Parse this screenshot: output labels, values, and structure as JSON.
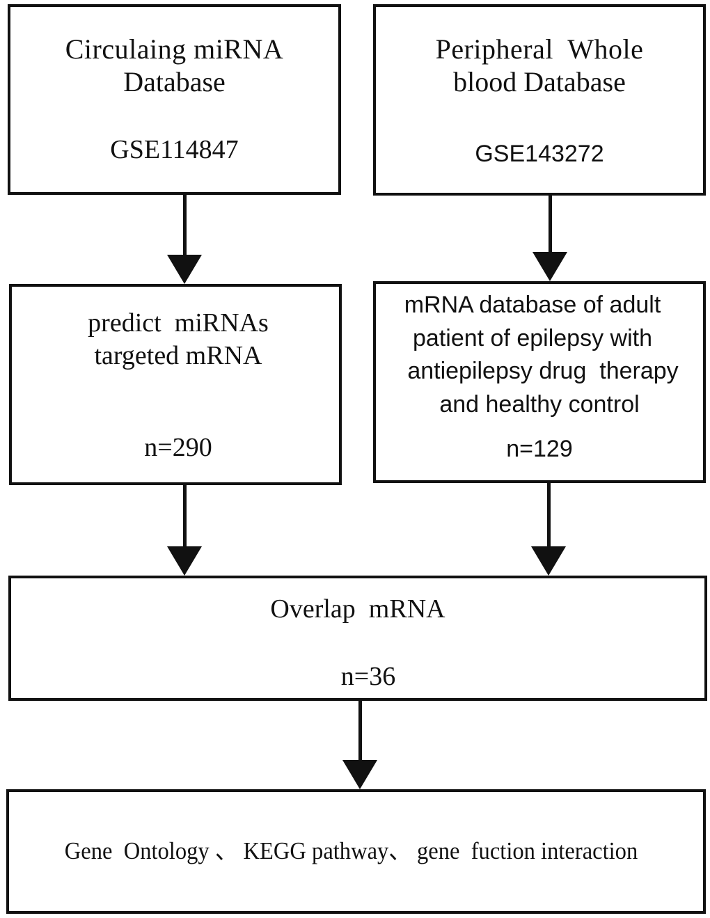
{
  "box1": {
    "line1": "Circulaing miRNA",
    "line2": "Database",
    "dataset": "GSE114847"
  },
  "box2": {
    "line1": "Peripheral  Whole",
    "line2": "blood Database",
    "dataset": "GSE143272"
  },
  "box3": {
    "line1": "predict  miRNAs",
    "line2": "targeted mRNA",
    "count": "n=290"
  },
  "box4": {
    "line1": "mRNA database of adult",
    "line2": "patient of epilepsy with",
    "line3": "antiepilepsy drug  therapy",
    "line4": "and healthy control",
    "count": "n=129"
  },
  "box5": {
    "title": "Overlap  mRNA",
    "count": "n=36"
  },
  "box6": {
    "text": "Gene  Ontology 、 KEGG pathway、 gene  fuction interaction"
  }
}
